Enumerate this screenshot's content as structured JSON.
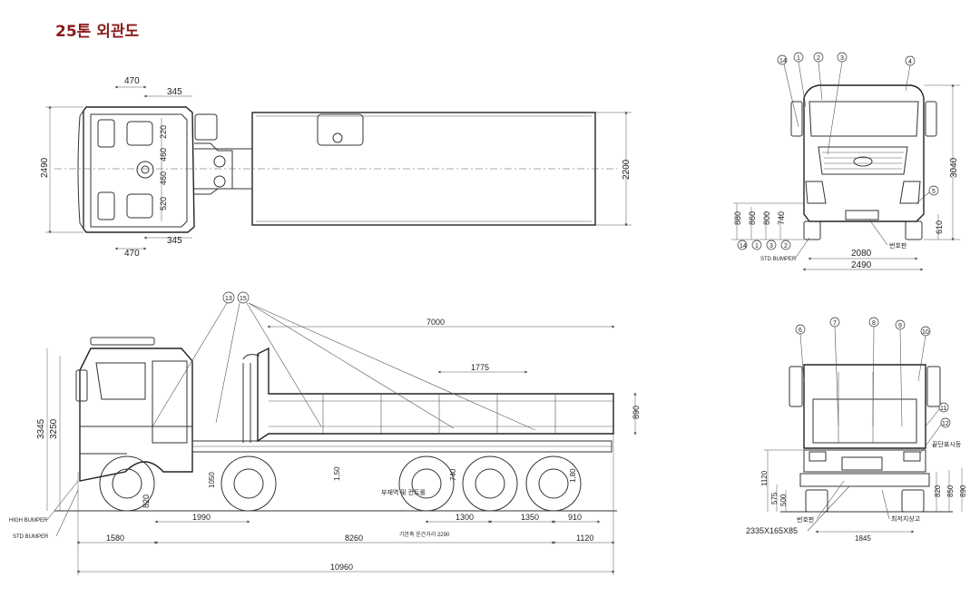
{
  "title": "25톤 외관도",
  "top_view": {
    "dims": {
      "w470_top": "470",
      "w345_top": "345",
      "w345_bot": "345",
      "w470_bot": "470",
      "h2490": "2490",
      "h2200": "2200",
      "v220": "220",
      "v460a": "460",
      "v460b": "460",
      "v520": "520"
    }
  },
  "front_view": {
    "callouts": [
      "14",
      "1",
      "2",
      "3",
      "4",
      "5"
    ],
    "dims": {
      "h880": "880",
      "h860": "860",
      "h800": "800",
      "h740": "740",
      "h3040": "3040",
      "h610": "610",
      "w2080": "2080",
      "w2490": "2490"
    },
    "left_marks": [
      "14",
      "1",
      "3",
      "2"
    ],
    "std_bumper": "STD BUMPER",
    "plate": "번호판"
  },
  "side_view": {
    "callouts": [
      "13",
      "15"
    ],
    "dims": {
      "d7000": "7000",
      "d1775": "1775",
      "d890": "890",
      "d3345": "3345",
      "d3250": "3250",
      "d820": "820",
      "d1990": "1990",
      "d1300": "1300",
      "d1350": "1350",
      "d910": "910",
      "d1580": "1580",
      "d8260": "8260",
      "d1120": "1120",
      "d10960": "10960",
      "d1050": "1050",
      "d150": "1,50",
      "d740": "740",
      "d180": "1,80"
    },
    "high_bumper": "HIGH BUMPER",
    "std_bumper": "STD BUMPER",
    "control": "부재역 및 컨트롤",
    "wheelbase_note": "기본축 운간거리 2290"
  },
  "rear_view": {
    "callouts": [
      "6",
      "7",
      "8",
      "9",
      "10",
      "11",
      "12"
    ],
    "dims": {
      "d1120": "1120",
      "d575": "575",
      "d500": "500",
      "d820": "820",
      "d850": "850",
      "d890": "890",
      "d1845": "1845"
    },
    "lamp_label": "끝단표시등",
    "plate": "번호판",
    "min_ground": "최저지상고",
    "bumper_size": "2335X165X85"
  }
}
